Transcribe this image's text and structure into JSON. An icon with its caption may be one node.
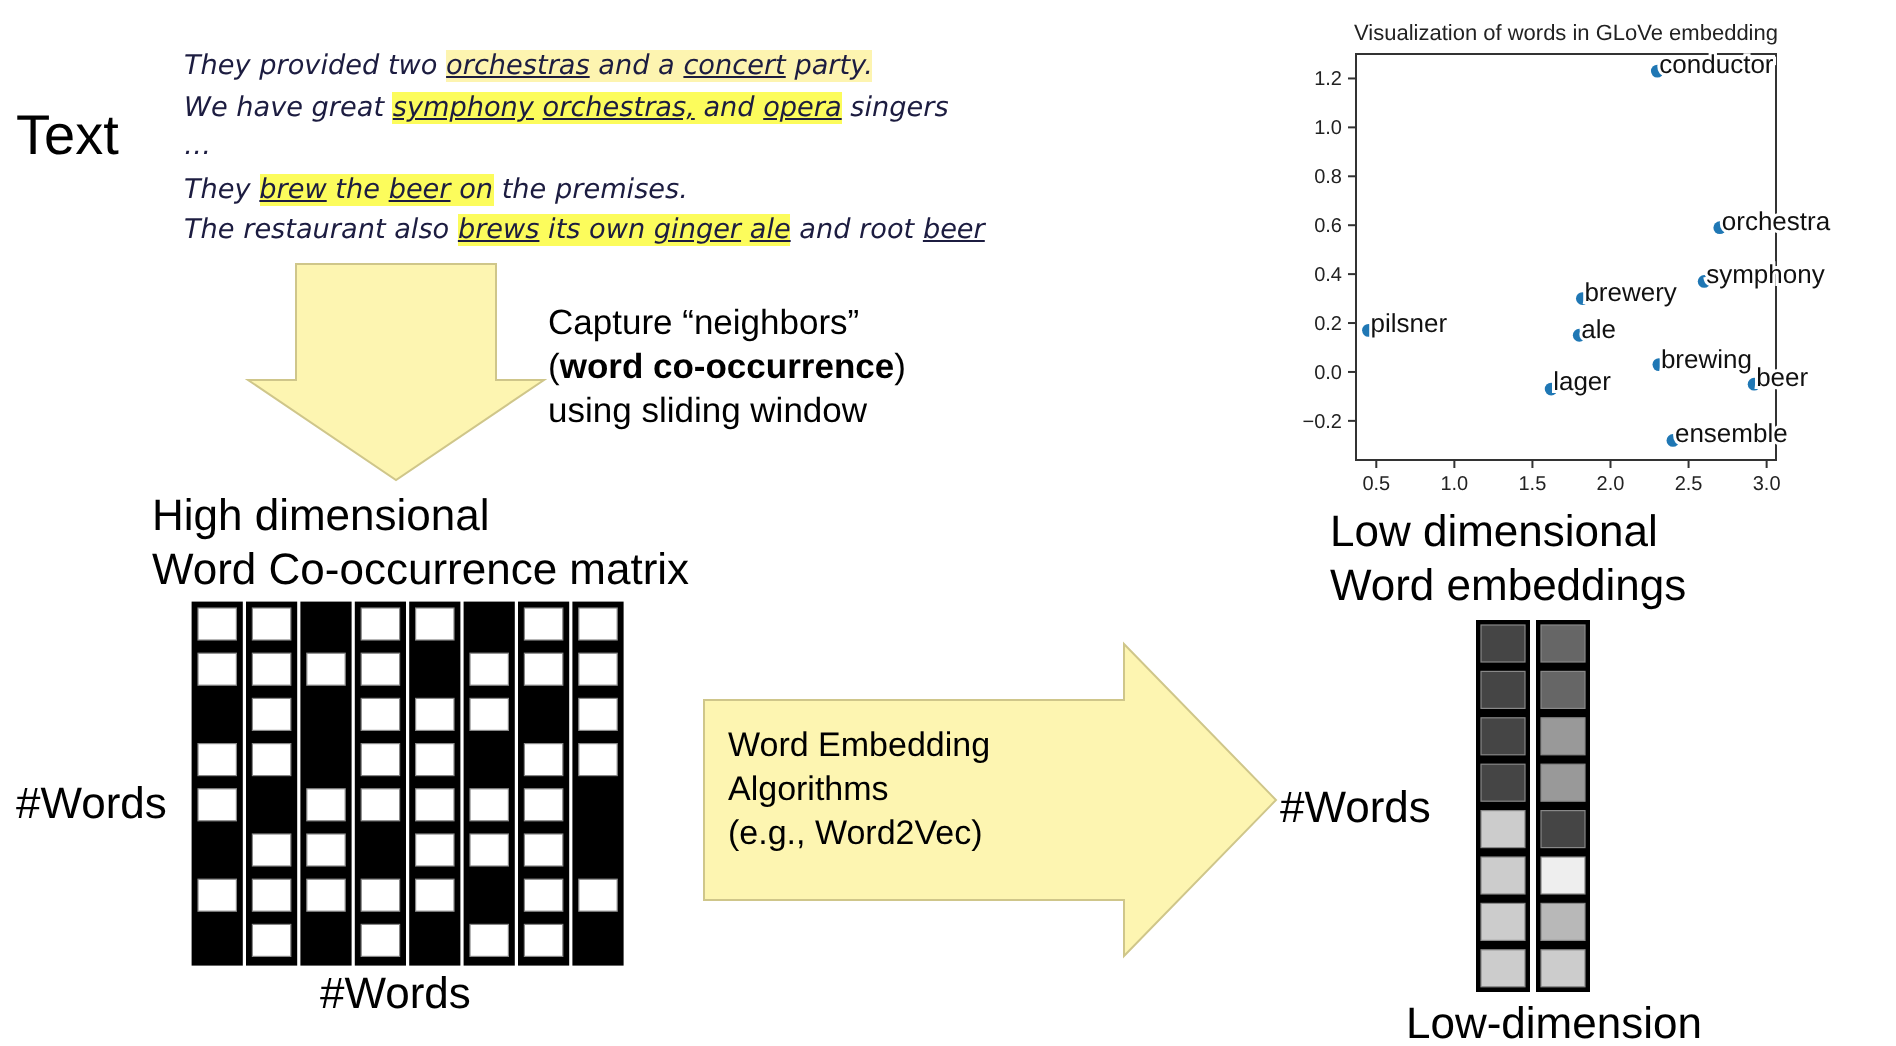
{
  "diagram": {
    "nodes": [
      {
        "text": [
          "Text",
          "They provided two orchestras and a concert party.",
          "We have great symphony orchestras, and opera singers",
          "…",
          "They brew the beer on the premises.",
          "The restaurant also brews its own ginger ale and root beer"
        ]
      },
      {
        "text": [
          "High dimensional Word Co-occurrence matrix",
          "#Words",
          "#Words"
        ]
      },
      {
        "text": [
          "Low dimensional Word embeddings",
          "#Words",
          "Low-dimension"
        ]
      }
    ],
    "edges": [
      {
        "from": 0,
        "to": 1,
        "arrow": "to",
        "style": "thick",
        "label": "Capture “neighbors” (**word co-occurrence**) using sliding window"
      },
      {
        "from": 1,
        "to": 2,
        "arrow": "to",
        "style": "thick",
        "label": "Word Embedding Algorithms (e.g., Word2Vec)"
      }
    ],
    "chart_data": {
      "type": "scatter",
      "title": "Visualization of words in GLoVe embedding",
      "x": [
        2.3,
        2.7,
        2.6,
        1.82,
        0.45,
        1.8,
        2.31,
        2.92,
        1.62,
        2.4
      ],
      "series": [
        {
          "color": "#1f77b4",
          "values": [
            1.23,
            0.59,
            0.37,
            0.3,
            0.17,
            0.15,
            0.03,
            -0.05,
            -0.07,
            -0.28
          ]
        }
      ],
      "xlim": [
        0.37,
        3.06
      ],
      "ylim": [
        -0.36,
        1.3
      ],
      "xticks": [
        {
          "value": 0.5,
          "label": "0.5"
        },
        {
          "value": 1.0,
          "label": "1.0"
        },
        {
          "value": 1.5,
          "label": "1.5"
        },
        {
          "value": 2.0,
          "label": "2.0"
        },
        {
          "value": 2.5,
          "label": "2.5"
        },
        {
          "value": 3.0,
          "label": "3.0"
        }
      ],
      "yticks": [
        {
          "value": -0.2,
          "label": "−0.2"
        },
        {
          "value": 0.0,
          "label": "0.0"
        },
        {
          "value": 0.2,
          "label": "0.2"
        },
        {
          "value": 0.4,
          "label": "0.4"
        },
        {
          "value": 0.6,
          "label": "0.6"
        },
        {
          "value": 0.8,
          "label": "0.8"
        },
        {
          "value": 1.0,
          "label": "1.0"
        },
        {
          "value": 1.2,
          "label": "1.2"
        }
      ],
      "annotations": [
        {
          "x": 2.3,
          "y": 1.23,
          "text": "conductor"
        },
        {
          "x": 2.7,
          "y": 0.59,
          "text": "orchestra"
        },
        {
          "x": 2.6,
          "y": 0.37,
          "text": "symphony"
        },
        {
          "x": 1.82,
          "y": 0.3,
          "text": "brewery"
        },
        {
          "x": 0.45,
          "y": 0.17,
          "text": "pilsner"
        },
        {
          "x": 1.8,
          "y": 0.145,
          "text": "ale"
        },
        {
          "x": 2.31,
          "y": 0.025,
          "text": "brewing"
        },
        {
          "x": 2.92,
          "y": -0.05,
          "text": "beer"
        },
        {
          "x": 1.62,
          "y": -0.065,
          "text": "lager"
        },
        {
          "x": 2.4,
          "y": -0.28,
          "text": "ensemble"
        }
      ]
    }
  }
}
